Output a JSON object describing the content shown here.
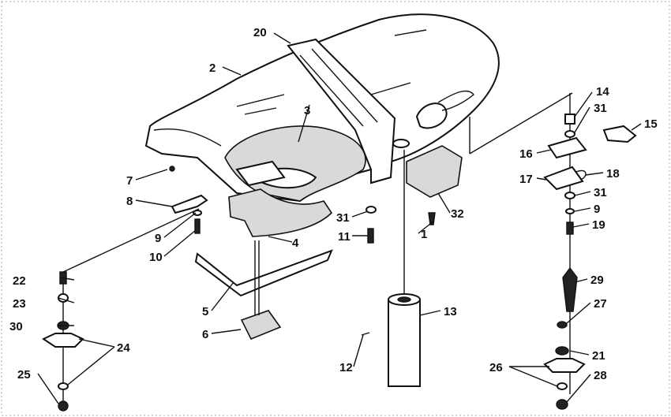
{
  "diagram": {
    "callouts": [
      {
        "id": "c1",
        "text": "1"
      },
      {
        "id": "c2",
        "text": "2"
      },
      {
        "id": "c3",
        "text": "3"
      },
      {
        "id": "c4",
        "text": "4"
      },
      {
        "id": "c5",
        "text": "5"
      },
      {
        "id": "c6",
        "text": "6"
      },
      {
        "id": "c7",
        "text": "7"
      },
      {
        "id": "c8",
        "text": "8"
      },
      {
        "id": "c9a",
        "text": "9"
      },
      {
        "id": "c9b",
        "text": "9"
      },
      {
        "id": "c10",
        "text": "10"
      },
      {
        "id": "c11",
        "text": "11"
      },
      {
        "id": "c12",
        "text": "12"
      },
      {
        "id": "c13",
        "text": "13"
      },
      {
        "id": "c14",
        "text": "14"
      },
      {
        "id": "c15",
        "text": "15"
      },
      {
        "id": "c16",
        "text": "16"
      },
      {
        "id": "c17",
        "text": "17"
      },
      {
        "id": "c18",
        "text": "18"
      },
      {
        "id": "c19",
        "text": "19"
      },
      {
        "id": "c20",
        "text": "20"
      },
      {
        "id": "c21",
        "text": "21"
      },
      {
        "id": "c22",
        "text": "22"
      },
      {
        "id": "c23",
        "text": "23"
      },
      {
        "id": "c24",
        "text": "24"
      },
      {
        "id": "c25",
        "text": "25"
      },
      {
        "id": "c26",
        "text": "26"
      },
      {
        "id": "c27",
        "text": "27"
      },
      {
        "id": "c28",
        "text": "28"
      },
      {
        "id": "c29",
        "text": "29"
      },
      {
        "id": "c30",
        "text": "30"
      },
      {
        "id": "c31a",
        "text": "31"
      },
      {
        "id": "c31b",
        "text": "31"
      },
      {
        "id": "c31c",
        "text": "31"
      },
      {
        "id": "c32",
        "text": "32"
      }
    ]
  }
}
